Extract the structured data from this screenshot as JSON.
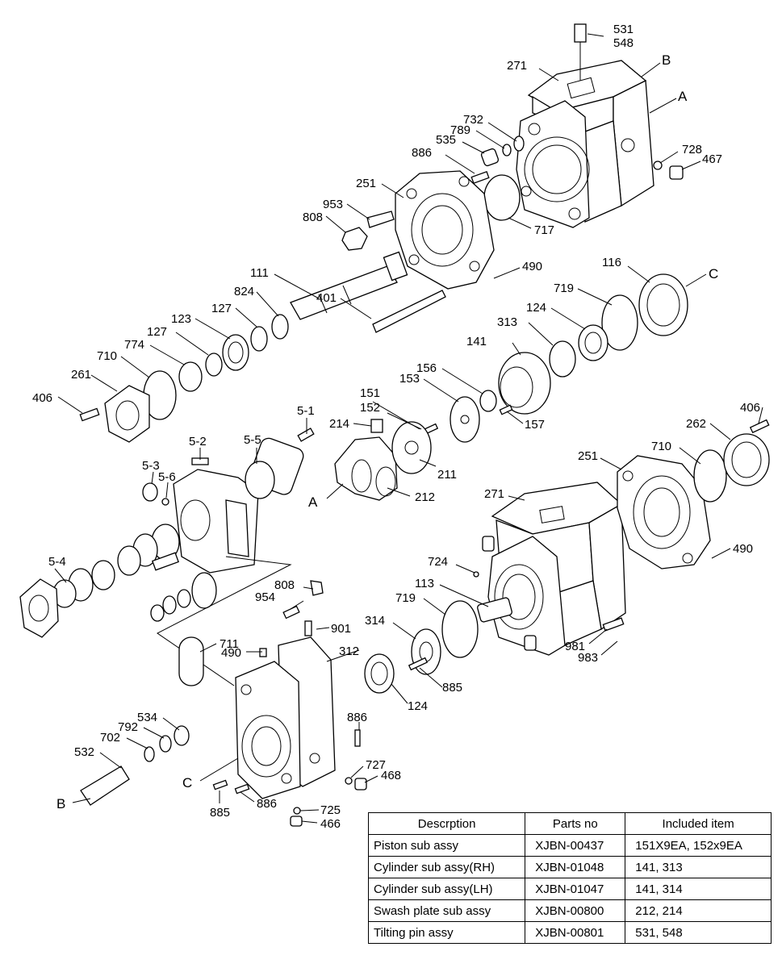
{
  "labels": {
    "p531": "531",
    "p548": "548",
    "p271a": "271",
    "lB1": "B",
    "lA1": "A",
    "p732": "732",
    "p789": "789",
    "p535": "535",
    "p886a": "886",
    "p728": "728",
    "p467": "467",
    "p251a": "251",
    "p953": "953",
    "p808a": "808",
    "p717": "717",
    "p490a": "490",
    "p111": "111",
    "p116": "116",
    "lC1": "C",
    "p824": "824",
    "p127a": "127",
    "p401": "401",
    "p719a": "719",
    "p124a": "124",
    "p127b": "127",
    "p123": "123",
    "p313": "313",
    "p141": "141",
    "p774": "774",
    "p710a": "710",
    "p261": "261",
    "p406a": "406",
    "p156": "156",
    "p153": "153",
    "p151": "151",
    "p152": "152",
    "p157": "157",
    "p214": "214",
    "p5_1": "5-1",
    "p406b": "406",
    "p262": "262",
    "p5_2": "5-2",
    "p5_5": "5-5",
    "p710b": "710",
    "p251b": "251",
    "p5_3": "5-3",
    "p5_6": "5-6",
    "p211": "211",
    "lA2": "A",
    "p212": "212",
    "p271b": "271",
    "p490b": "490",
    "p724": "724",
    "p5_4": "5-4",
    "p808b": "808",
    "p113": "113",
    "p954": "954",
    "p719b": "719",
    "p901": "901",
    "p314": "314",
    "p711": "711",
    "p490c": "490",
    "p312": "312",
    "p981": "981",
    "p983": "983",
    "p885a": "885",
    "p124b": "124",
    "p534": "534",
    "p886b": "886",
    "p792": "792",
    "p702": "702",
    "p532": "532",
    "p727": "727",
    "p468": "468",
    "lC2": "C",
    "lB2": "B",
    "p885b": "885",
    "p886c": "886",
    "p725": "725",
    "p466": "466"
  },
  "table": {
    "headers": [
      "Descrption",
      "Parts no",
      "Included item"
    ],
    "rows": [
      {
        "description": "Piston sub assy",
        "parts_no": "XJBN-00437",
        "included": "151X9EA, 152x9EA"
      },
      {
        "description": "Cylinder sub assy(RH)",
        "parts_no": "XJBN-01048",
        "included": "141, 313"
      },
      {
        "description": "Cylinder sub assy(LH)",
        "parts_no": "XJBN-01047",
        "included": "141, 314"
      },
      {
        "description": "Swash plate sub assy",
        "parts_no": "XJBN-00800",
        "included": "212, 214"
      },
      {
        "description": "Tilting pin assy",
        "parts_no": "XJBN-00801",
        "included": "531, 548"
      }
    ]
  }
}
